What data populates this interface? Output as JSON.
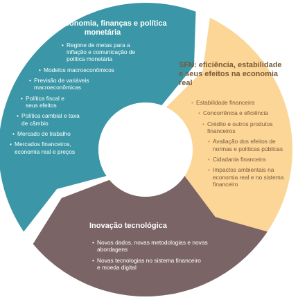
{
  "colors": {
    "teal": "#3b97a7",
    "peach": "#fbd697",
    "brown": "#7a6466",
    "center": "#ffffff",
    "bullet_orange": "#e08a2a",
    "dark_text": "#7a5a3a"
  },
  "segments": [
    {
      "id": "macro",
      "title": "Macroeconomia, finanças e política monetária",
      "items": [
        "Regime de metas para a inflação e comunicação de política monetária",
        "Modelos macroeconômicos",
        "Previsão de variáveis macroeconômicas",
        "Política fiscal e seus efeitos",
        "Política cambial e taxa de câmbio",
        "Mercado de trabalho",
        "Mercados financeiros, economia real e preços"
      ]
    },
    {
      "id": "sfn",
      "title": "SFN: eficiência, estabilidade e seus efeitos na economia real",
      "items": [
        "Estabilidade financeira",
        "Concorrência e eficiência",
        "Crédito e outros produtos financeiros",
        "Avaliação dos efeitos de normas e políticas públicas",
        "Cidadania financeira",
        "Impactos ambientais na economia real e no sistema financeiro"
      ]
    },
    {
      "id": "inov",
      "title": "Inovação tecnológica",
      "items": [
        "Novos dados, novas metodologias e novas abordagens",
        "Novas tecnologias no sistema financeiro e moeda digital"
      ]
    }
  ]
}
